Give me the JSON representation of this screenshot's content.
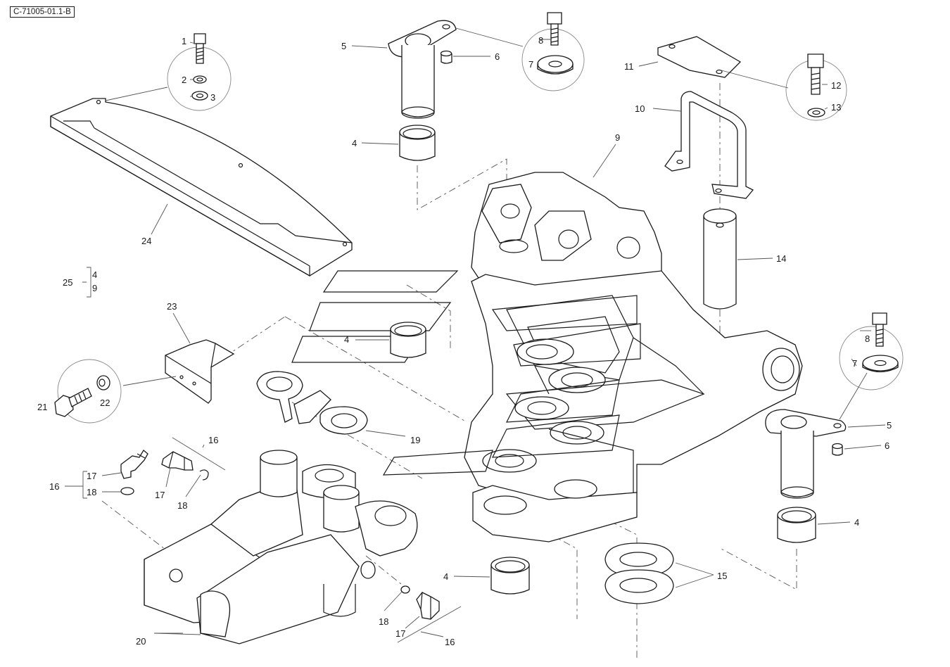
{
  "reference": "C-71005-01.1-B",
  "callouts": {
    "c1": "1",
    "c2": "2",
    "c3": "3",
    "c4a": "4",
    "c4b": "4",
    "c4c": "4",
    "c4d": "4",
    "c5a": "5",
    "c5b": "5",
    "c6a": "6",
    "c6b": "6",
    "c7a": "7",
    "c7b": "7",
    "c8a": "8",
    "c8b": "8",
    "c9": "9",
    "c10": "10",
    "c11": "11",
    "c12": "12",
    "c13": "13",
    "c14": "14",
    "c15": "15",
    "c16a": "16",
    "c16b": "16",
    "c16c": "16",
    "c17a": "17",
    "c17b": "17",
    "c17c": "17",
    "c18a": "18",
    "c18b": "18",
    "c18c": "18",
    "c19": "19",
    "c20": "20",
    "c21": "21",
    "c22": "22",
    "c23": "23",
    "c24": "24"
  },
  "kit": {
    "label": "25",
    "items": [
      "4",
      "9"
    ]
  }
}
